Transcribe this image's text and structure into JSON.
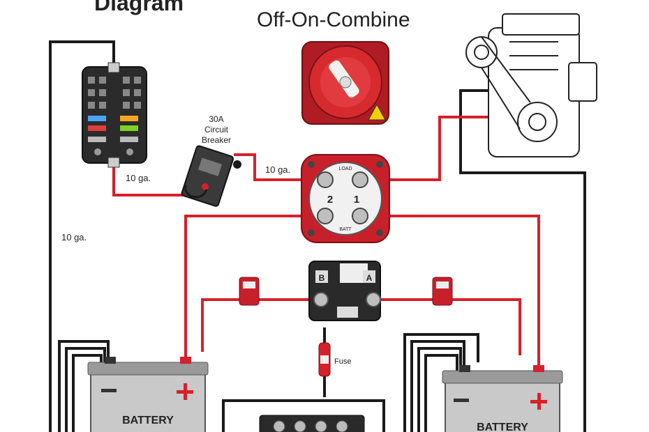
{
  "diagram": {
    "title_fragment": "Diagram",
    "switch_title": "Off-On-Combine",
    "labels": {
      "circuit_breaker": [
        "30A",
        "Circuit",
        "Breaker"
      ],
      "wire_gauge_breaker": "10 ga.",
      "wire_gauge_switch": "10 ga.",
      "wire_gauge_left": "10 ga.",
      "fuse": "Fuse",
      "battery_left": "BATTERY",
      "battery_right": "BATTERY",
      "switch_load": "LOAD",
      "switch_batt": "BATT",
      "switch_terminal_2": "2",
      "switch_terminal_1": "1",
      "acr_b": "B",
      "acr_a": "A"
    },
    "colors": {
      "positive_wire": "#d6202a",
      "negative_wire": "#1a1a1a",
      "switch_red": "#c8202b"
    }
  }
}
